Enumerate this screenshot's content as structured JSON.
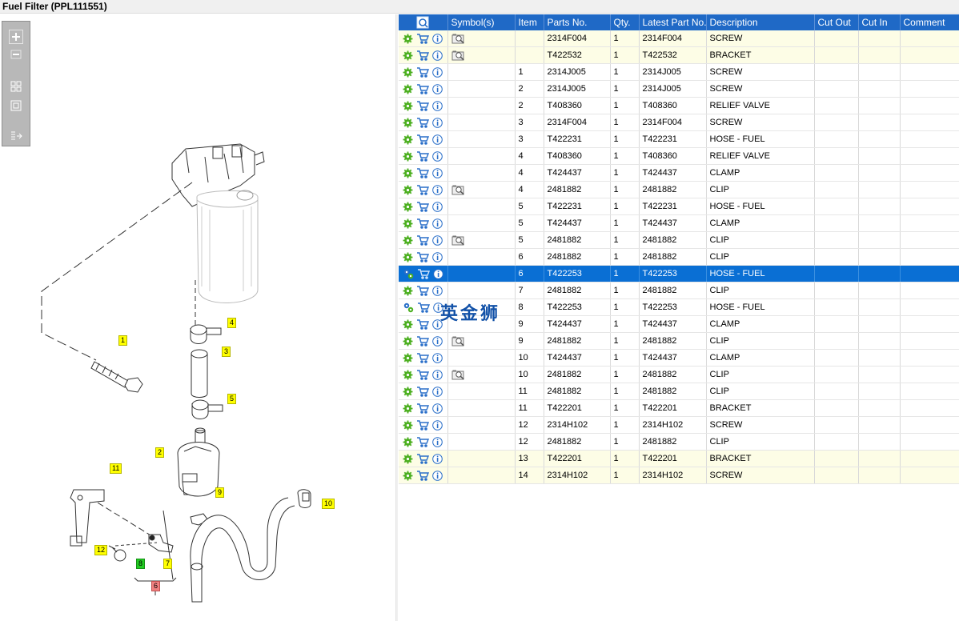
{
  "window": {
    "title": "Fuel Filter (PPL111551)"
  },
  "columns": {
    "symbols": "Symbol(s)",
    "item": "Item",
    "parts_no": "Parts No.",
    "qty": "Qty.",
    "latest": "Latest Part No.",
    "description": "Description",
    "cut_out": "Cut Out",
    "cut_in": "Cut In",
    "comment": "Comment"
  },
  "rows": [
    {
      "item": "",
      "parts_no": "2314F004",
      "qty": "1",
      "latest": "2314F004",
      "description": "SCREW",
      "symbol": true,
      "highlight": true
    },
    {
      "item": "",
      "parts_no": "T422532",
      "qty": "1",
      "latest": "T422532",
      "description": "BRACKET",
      "symbol": true,
      "highlight": true
    },
    {
      "item": "1",
      "parts_no": "2314J005",
      "qty": "1",
      "latest": "2314J005",
      "description": "SCREW"
    },
    {
      "item": "2",
      "parts_no": "2314J005",
      "qty": "1",
      "latest": "2314J005",
      "description": "SCREW"
    },
    {
      "item": "2",
      "parts_no": "T408360",
      "qty": "1",
      "latest": "T408360",
      "description": "RELIEF VALVE"
    },
    {
      "item": "3",
      "parts_no": "2314F004",
      "qty": "1",
      "latest": "2314F004",
      "description": "SCREW"
    },
    {
      "item": "3",
      "parts_no": "T422231",
      "qty": "1",
      "latest": "T422231",
      "description": "HOSE - FUEL"
    },
    {
      "item": "4",
      "parts_no": "T408360",
      "qty": "1",
      "latest": "T408360",
      "description": "RELIEF VALVE"
    },
    {
      "item": "4",
      "parts_no": "T424437",
      "qty": "1",
      "latest": "T424437",
      "description": "CLAMP"
    },
    {
      "item": "4",
      "parts_no": "2481882",
      "qty": "1",
      "latest": "2481882",
      "description": "CLIP",
      "symbol": true
    },
    {
      "item": "5",
      "parts_no": "T422231",
      "qty": "1",
      "latest": "T422231",
      "description": "HOSE - FUEL"
    },
    {
      "item": "5",
      "parts_no": "T424437",
      "qty": "1",
      "latest": "T424437",
      "description": "CLAMP"
    },
    {
      "item": "5",
      "parts_no": "2481882",
      "qty": "1",
      "latest": "2481882",
      "description": "CLIP",
      "symbol": true
    },
    {
      "item": "6",
      "parts_no": "2481882",
      "qty": "1",
      "latest": "2481882",
      "description": "CLIP"
    },
    {
      "item": "6",
      "parts_no": "T422253",
      "qty": "1",
      "latest": "T422253",
      "description": "HOSE - FUEL",
      "selected": true,
      "variant": "group"
    },
    {
      "item": "7",
      "parts_no": "2481882",
      "qty": "1",
      "latest": "2481882",
      "description": "CLIP"
    },
    {
      "item": "8",
      "parts_no": "T422253",
      "qty": "1",
      "latest": "T422253",
      "description": "HOSE - FUEL",
      "variant": "group"
    },
    {
      "item": "9",
      "parts_no": "T424437",
      "qty": "1",
      "latest": "T424437",
      "description": "CLAMP"
    },
    {
      "item": "9",
      "parts_no": "2481882",
      "qty": "1",
      "latest": "2481882",
      "description": "CLIP",
      "symbol": true
    },
    {
      "item": "10",
      "parts_no": "T424437",
      "qty": "1",
      "latest": "T424437",
      "description": "CLAMP"
    },
    {
      "item": "10",
      "parts_no": "2481882",
      "qty": "1",
      "latest": "2481882",
      "description": "CLIP",
      "symbol": true
    },
    {
      "item": "11",
      "parts_no": "2481882",
      "qty": "1",
      "latest": "2481882",
      "description": "CLIP"
    },
    {
      "item": "11",
      "parts_no": "T422201",
      "qty": "1",
      "latest": "T422201",
      "description": "BRACKET"
    },
    {
      "item": "12",
      "parts_no": "2314H102",
      "qty": "1",
      "latest": "2314H102",
      "description": "SCREW"
    },
    {
      "item": "12",
      "parts_no": "2481882",
      "qty": "1",
      "latest": "2481882",
      "description": "CLIP"
    },
    {
      "item": "13",
      "parts_no": "T422201",
      "qty": "1",
      "latest": "T422201",
      "description": "BRACKET",
      "highlight": true
    },
    {
      "item": "14",
      "parts_no": "2314H102",
      "qty": "1",
      "latest": "2314H102",
      "description": "SCREW",
      "highlight": true
    }
  ],
  "callouts": [
    "1",
    "2",
    "3",
    "4",
    "5",
    "6",
    "7",
    "8",
    "9",
    "10",
    "11",
    "12"
  ],
  "watermark": "英金狮",
  "colors": {
    "header": "#1f69c6",
    "selected": "#0a6fd4",
    "highlight": "#fdfde6",
    "callout": "#ffff00",
    "callout_green": "#22cc22",
    "callout_red": "#f08080"
  },
  "icons": {
    "zoom_in": "plus-icon",
    "zoom_out": "minus-icon",
    "fit": "fit-icon",
    "box": "box-icon",
    "export": "export-icon",
    "gear": "gear-icon",
    "cart": "cart-icon",
    "info": "info-icon",
    "symbol": "drawing-symbol-icon",
    "column_picker": "column-picker-icon"
  }
}
